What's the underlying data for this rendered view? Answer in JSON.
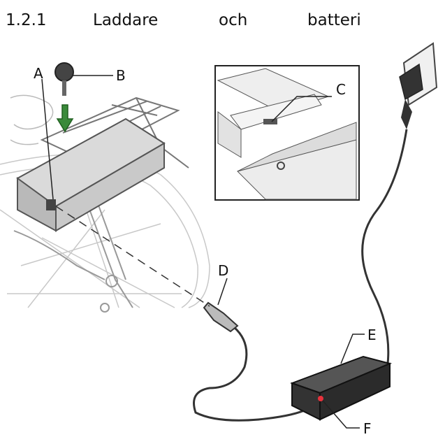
{
  "heading": {
    "number": "1.2.1",
    "word1": "Laddare",
    "word2": "och",
    "word3": "batteri"
  },
  "labels": {
    "a": "A",
    "b": "B",
    "c": "C",
    "d": "D",
    "e": "E",
    "f": "F"
  },
  "colors": {
    "arrow": "#3a8a3a",
    "indicator": "#e8323c",
    "battery": "#c9c9c9",
    "charger": "#2b2b2b",
    "cable": "#333333"
  }
}
